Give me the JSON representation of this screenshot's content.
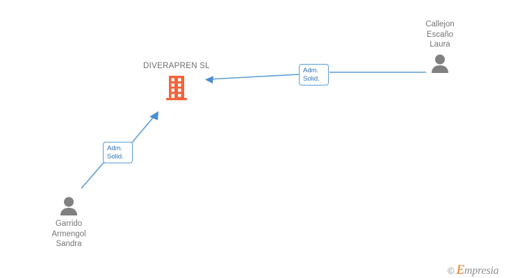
{
  "diagram": {
    "type": "corporate-relationship-graph",
    "background_color": "#ffffff",
    "company": {
      "name": "DIVERAPREN SL",
      "icon": "building-icon",
      "icon_color": "#f4633a",
      "text_color": "#6e6e6e"
    },
    "persons": [
      {
        "id": "callejon",
        "name": "Callejon\nEscaño\nLaura",
        "name_lines": [
          "Callejon",
          "Escaño",
          "Laura"
        ],
        "icon": "person-icon",
        "icon_color": "#808080",
        "label_position": "above"
      },
      {
        "id": "garrido",
        "name": "Garrido\nArmengol\nSandra",
        "name_lines": [
          "Garrido",
          "Armengol",
          "Sandra"
        ],
        "icon": "person-icon",
        "icon_color": "#808080",
        "label_position": "below"
      }
    ],
    "relations": [
      {
        "id": "rel-top",
        "from": "callejon",
        "to": "company",
        "label_lines": [
          "Adm.",
          "Solid."
        ],
        "line_color": "#5b9bd5",
        "border_color": "#5b9bd5",
        "text_color": "#2f6fb5"
      },
      {
        "id": "rel-bottom",
        "from": "garrido",
        "to": "company",
        "label_lines": [
          "Adm.",
          "Solid."
        ],
        "line_color": "#5b9bd5",
        "border_color": "#5b9bd5",
        "text_color": "#2f6fb5"
      }
    ],
    "watermark": {
      "copyright": "©",
      "brand_initial": "E",
      "brand_rest": "mpresia",
      "initial_color": "#ef7622",
      "text_color": "#8e8e8e"
    }
  }
}
